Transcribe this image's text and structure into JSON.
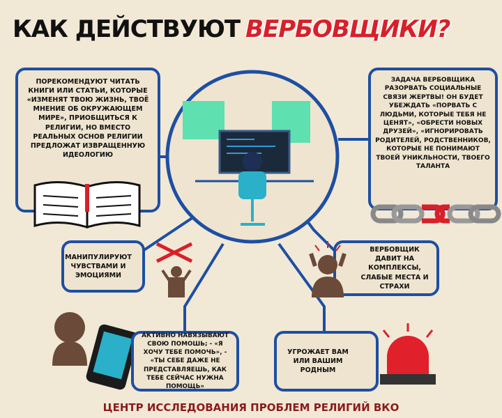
{
  "title": {
    "main": "КАК ДЕЙСТВУЮТ",
    "accent": "ВЕРБОВЩИКИ?"
  },
  "boxes": {
    "books": "Порекомендуют читать книги или статьи, которые «изменят твою жизнь, твоё мнение об окружающем мире», приобщиться к религии, но вместо реальных основ религии предложат извращенную идеологию",
    "social": "Задача вербовщика разорвать социальные связи жертвы! Он будет убеждать «порвать с людьми, которые тебя не ценят», «обрести новых друзей», «игнорировать родителей, родственников, которые не понимают твоей уникльности, твоего таланта",
    "manipulate": "Манипулируют чувствами и эмоциями",
    "complexes": "Вербовщик давит на комплексы, слабые места и страхи",
    "help": "Активно навязывают свою помошь; - «я хочу тебе помочь», - «ты себе даже не представляешь, как тебе сейчас нужна помощь»",
    "threat": "Угрожает вам или вашим родным"
  },
  "footer": "ЦЕНТР ИССЛЕДОВАНИЯ ПРОБЛЕМ РЕЛИГИЙ ВКО",
  "colors": {
    "blue": "#1d4fa3",
    "red": "#d8202a",
    "bg": "#f2e8d6"
  }
}
